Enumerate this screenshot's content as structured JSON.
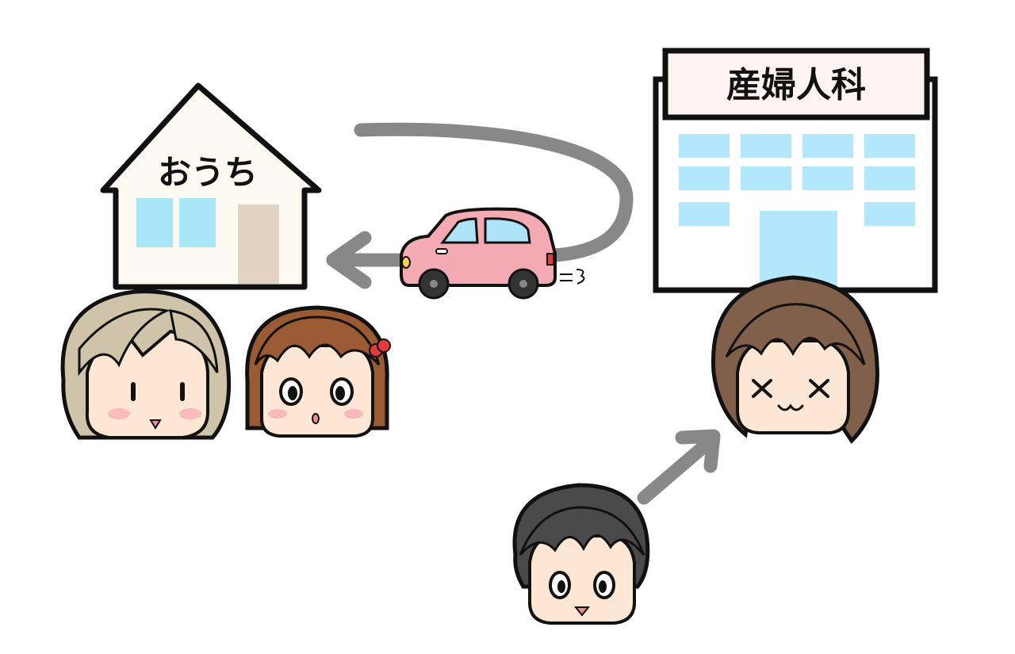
{
  "house": {
    "label": "おうち"
  },
  "hospital": {
    "sign": "産婦人科"
  },
  "colors": {
    "house_wall": "#fdfaf2",
    "house_window": "#a8e6f8",
    "house_door": "#e3d3c3",
    "hospital_sign_bg": "#fff3f3",
    "hospital_window": "#b3e7fb",
    "car_body": "#f4aab3",
    "car_window": "#aee3f7",
    "arrow": "#888888",
    "skin": "#fde6d4",
    "blush": "#f7a8b0",
    "hair_grandma": "#cfc3a9",
    "hair_girl": "#9a5a34",
    "hair_mother": "#80604a",
    "hair_father": "#4a4a4a"
  },
  "characters": [
    {
      "role": "grandmother",
      "icon": "grandma-face-icon"
    },
    {
      "role": "child",
      "icon": "girl-face-icon"
    },
    {
      "role": "mother",
      "icon": "mother-face-icon"
    },
    {
      "role": "father",
      "icon": "father-face-icon"
    }
  ]
}
